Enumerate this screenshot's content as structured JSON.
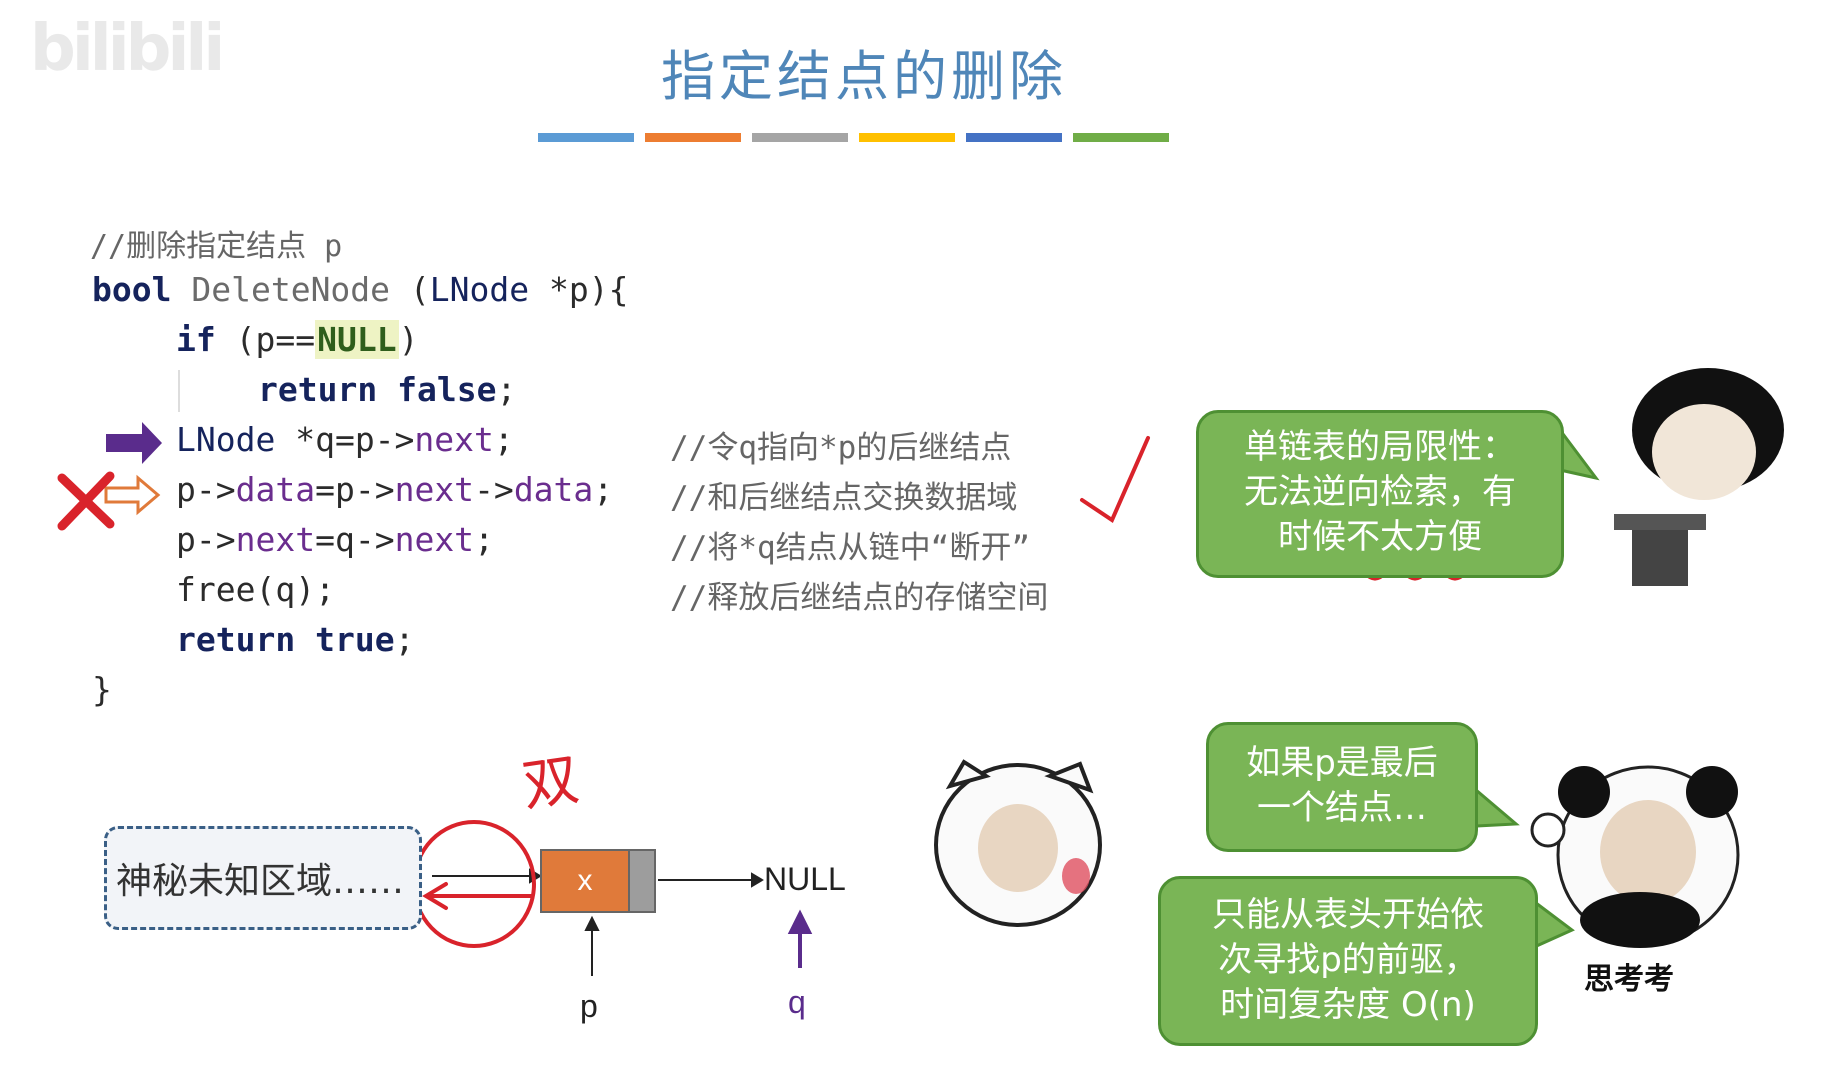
{
  "watermark": "bilibili",
  "slide": {
    "title": "指定结点的删除",
    "color_bar_colors": [
      "#5b9bd5",
      "#ed7d31",
      "#a5a5a5",
      "#ffc000",
      "#4472c4",
      "#70ad47"
    ]
  },
  "code": {
    "header_comment": "//删除指定结点 p",
    "signature": {
      "kw": "bool",
      "name": "DeleteNode",
      "params_open": " (",
      "param_type": "LNode",
      "param_rest": " *p){"
    },
    "if_line": {
      "kw": "if",
      "pre": " (p==",
      "null": "NULL",
      "post": ")"
    },
    "return_false": {
      "kw1": "return",
      "kw2": "false",
      "end": ";"
    },
    "line_q": {
      "type": "LNode",
      "mid": " *q=p->",
      "field": "next",
      "end": ";"
    },
    "line_swap": {
      "p1": "p->",
      "f1": "data",
      "eq": "=p->",
      "f2": "next",
      "arrow": "->",
      "f3": "data",
      "end": ";"
    },
    "line_unlink": {
      "p1": "p->",
      "f1": "next",
      "eq": "=q->",
      "f2": "next",
      "end": ";"
    },
    "line_free": "free(q);",
    "return_true": {
      "kw1": "return",
      "kw2": "true",
      "end": ";"
    },
    "close": "}",
    "comments": [
      "//令q指向*p的后继结点",
      "//和后继结点交换数据域",
      "//将*q结点从链中“断开”",
      "//释放后继结点的存储空间"
    ]
  },
  "bubbles": {
    "limitation": [
      "单链表的局限性：",
      "无法逆向检索，有",
      "时候不太方便"
    ],
    "question": [
      "如果p是最后",
      "一个结点…"
    ],
    "answer": [
      "只能从表头开始依",
      "次寻找p的前驱，",
      "时间复杂度 O(n)"
    ]
  },
  "diagram": {
    "unknown_region": "神秘未知区域……",
    "node_value": "x",
    "null_label": "NULL",
    "p_label": "p",
    "q_label": "q",
    "handwritten": "双"
  },
  "meme_caption": "思考考",
  "colors": {
    "title": "#4f86b8",
    "bubble_fill": "#7ab556",
    "annotation_red": "#d9232b",
    "arrow_purple": "#5a2c8c"
  }
}
